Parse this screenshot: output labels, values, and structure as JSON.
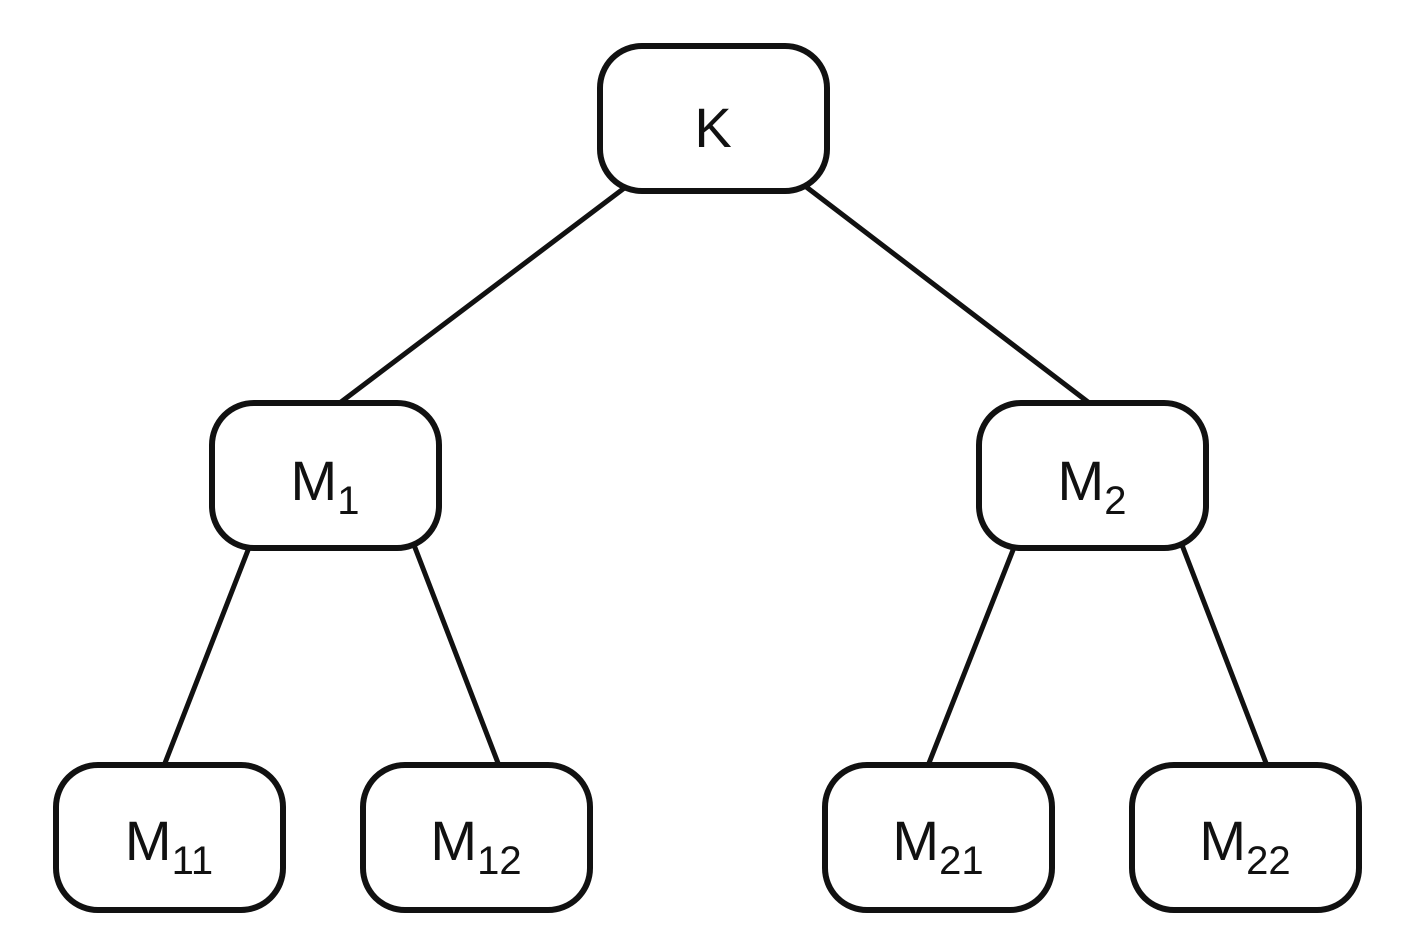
{
  "diagram": {
    "type": "tree",
    "nodes": [
      {
        "id": "K",
        "label": "K",
        "subscript": ""
      },
      {
        "id": "M1",
        "label": "M",
        "subscript": "1"
      },
      {
        "id": "M2",
        "label": "M",
        "subscript": "2"
      },
      {
        "id": "M11",
        "label": "M",
        "subscript": "11"
      },
      {
        "id": "M12",
        "label": "M",
        "subscript": "12"
      },
      {
        "id": "M21",
        "label": "M",
        "subscript": "21"
      },
      {
        "id": "M22",
        "label": "M",
        "subscript": "22"
      }
    ],
    "edges": [
      {
        "from": "K",
        "to": "M1"
      },
      {
        "from": "K",
        "to": "M2"
      },
      {
        "from": "M1",
        "to": "M11"
      },
      {
        "from": "M1",
        "to": "M12"
      },
      {
        "from": "M2",
        "to": "M21"
      },
      {
        "from": "M2",
        "to": "M22"
      }
    ]
  }
}
